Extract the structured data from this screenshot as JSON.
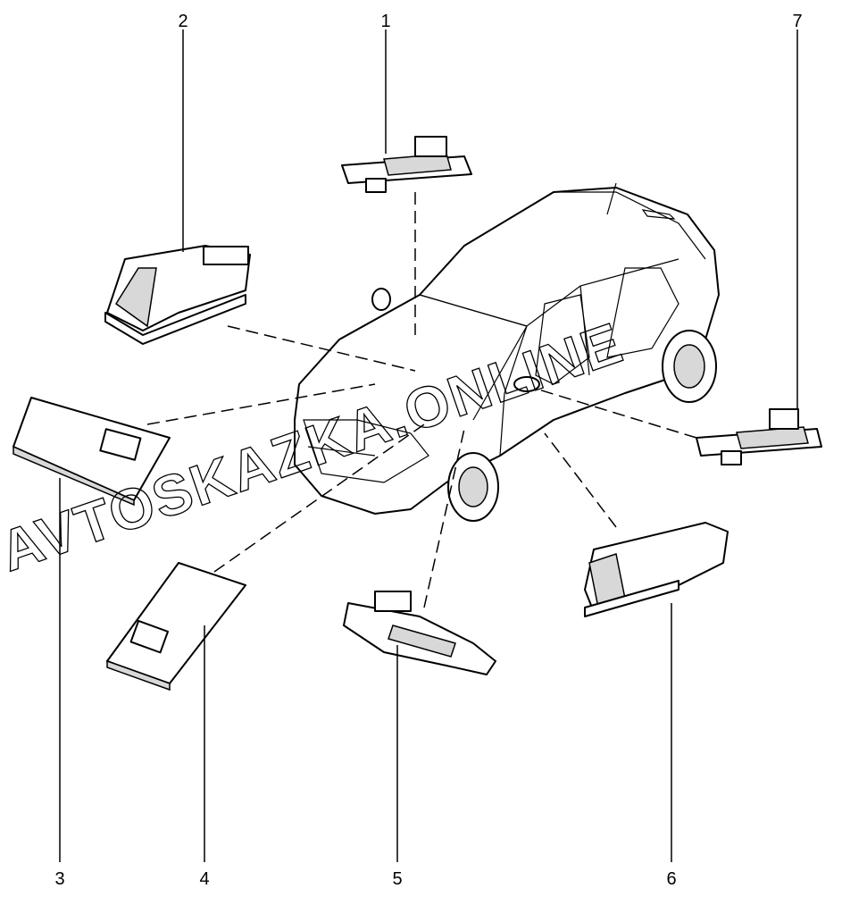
{
  "diagram": {
    "callouts": [
      "1",
      "2",
      "3",
      "4",
      "5",
      "6",
      "7"
    ],
    "watermark": "AVTOSKAZKA.ONLINE"
  }
}
